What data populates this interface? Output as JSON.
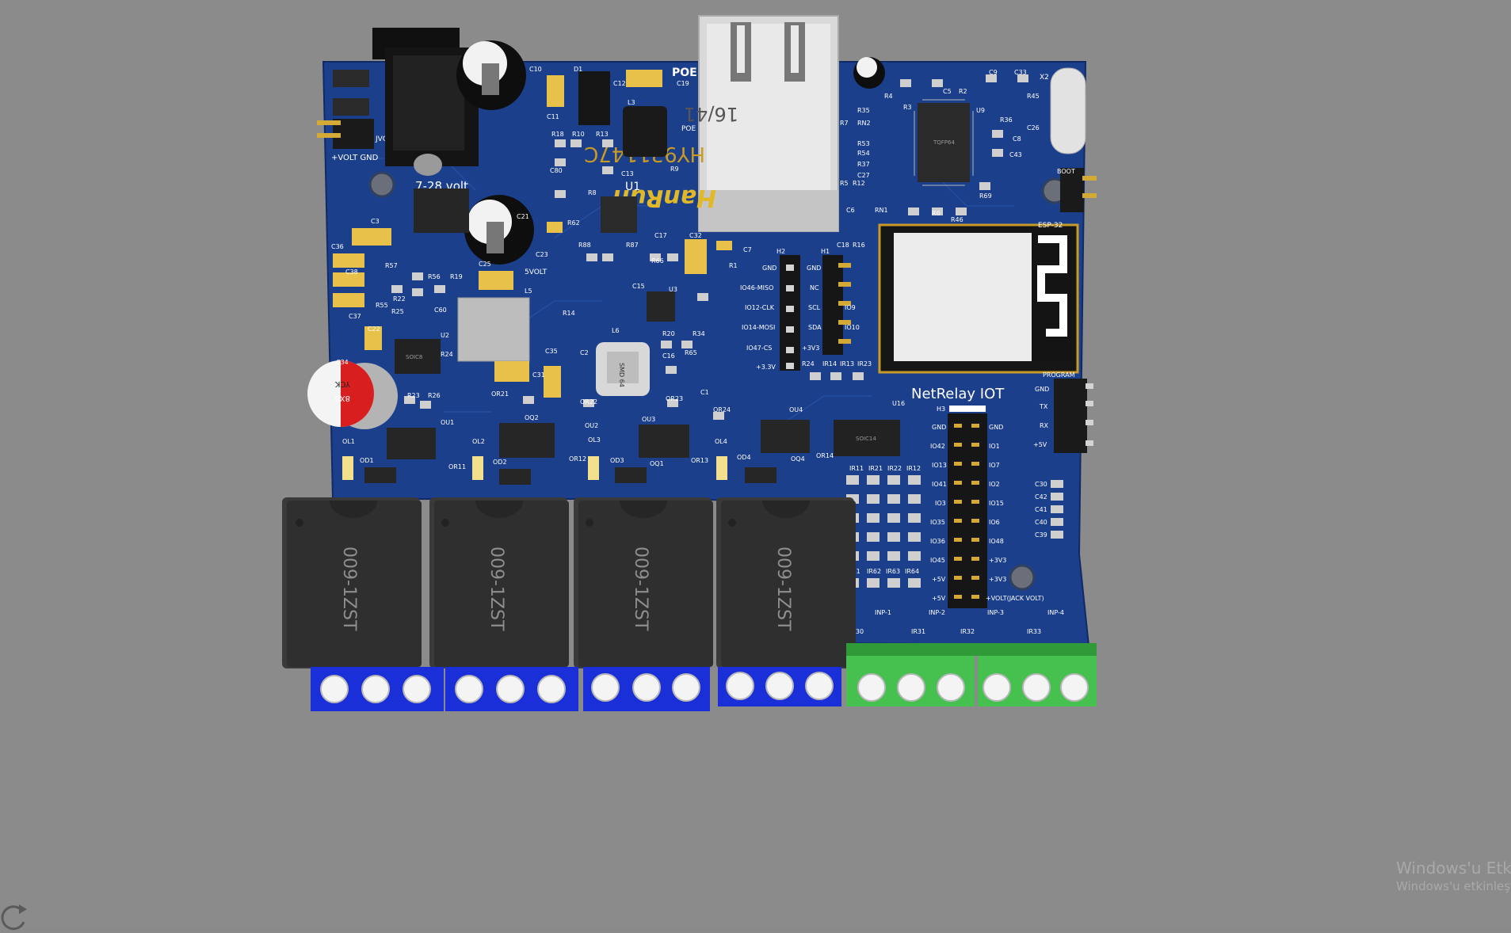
{
  "pcb": {
    "board_name": "NetRelay IOT",
    "power_input_label": "7-28 volt",
    "power_header_label": "+VOLT GND",
    "vc_label": "JVC",
    "poe_label": "POE",
    "poe_label_2": "POE",
    "five_volt_label": "5VOLT",
    "u1_label": "U1",
    "esp_label": "ESP-32",
    "boot_label": "BOOT",
    "program_label": "PROGRAM",
    "ethernet": {
      "brand": "HanRun",
      "part": "HY931147C",
      "code": "16/41"
    },
    "relays": [
      {
        "label": "009-1ZST"
      },
      {
        "label": "009-1ZST"
      },
      {
        "label": "009-1ZST"
      },
      {
        "label": "009-1ZST"
      }
    ],
    "cap_label": "YCK",
    "cap_value": "8X8",
    "smd_label": "SMD 64",
    "ic_labels": {
      "u2": "SOIC8",
      "u16": "SOIC14",
      "u9": "TQFP64"
    },
    "jack_volt": "+VOLT(JACK VOLT)",
    "h2_pins": [
      "GND",
      "IO46-MISO",
      "IO12-CLK",
      "IO14-MOSI",
      "IO47-CS",
      "+3.3V"
    ],
    "h1_pins": [
      "GND",
      "NC",
      "SCL",
      "SDA",
      "+3V3"
    ],
    "h1_right": [
      "IO9",
      "IO10"
    ],
    "program_pins": [
      "GND",
      "TX",
      "RX",
      "+5V"
    ],
    "h3_left": [
      "GND",
      "IO42",
      "IO13",
      "IO41",
      "IO3",
      "IO35",
      "IO36",
      "IO45",
      "+5V",
      "+5V"
    ],
    "h3_right": [
      "GND",
      "IO1",
      "IO7",
      "IO2",
      "IO15",
      "IO6",
      "IO48",
      "+3V3",
      "+3V3"
    ],
    "inputs": [
      "INP-1",
      "INP-2",
      "INP-3",
      "INP-4"
    ],
    "refs": {
      "c10": "C10",
      "d1": "D1",
      "c12": "C12",
      "c19": "C19",
      "l3": "L3",
      "c11": "C11",
      "r18": "R18",
      "r10": "R10",
      "r13": "R13",
      "c80": "C80",
      "c13": "C13",
      "r8": "R8",
      "c21": "C21",
      "r62": "R62",
      "c3": "C3",
      "c36": "C36",
      "c38": "C38",
      "c37": "C37",
      "r57": "R57",
      "r22": "R22",
      "r55": "R55",
      "r25": "R25",
      "r56": "R56",
      "r19": "R19",
      "c60": "C60",
      "c25": "C25",
      "l5": "L5",
      "c23": "C23",
      "r88": "R88",
      "r87": "R87",
      "c17": "C17",
      "c32": "C32",
      "c7": "C7",
      "r66": "R66",
      "r1": "R1",
      "c15": "C15",
      "u3": "U3",
      "r14": "R14",
      "c22": "C22",
      "u2": "U2",
      "r24": "R24",
      "c34": "C34",
      "c35": "C35",
      "c31": "C31",
      "l6": "L6",
      "c2": "C2",
      "r20": "R20",
      "r34": "R34",
      "c16": "C16",
      "r65": "R65",
      "r23": "R23",
      "r26": "R26",
      "or21": "OR21",
      "or22": "OR22",
      "or23": "OR23",
      "or24": "OR24",
      "c1": "C1",
      "ou1": "OU1",
      "ou2": "OU2",
      "ou3": "OU3",
      "ou4": "OU4",
      "oq2": "OQ2",
      "ol1": "OL1",
      "ol2": "OL2",
      "ol3": "OL3",
      "ol4": "OL4",
      "od1": "OD1",
      "od2": "OD2",
      "od3": "OD3",
      "od4": "OD4",
      "or11": "OR11",
      "or12": "OR12",
      "or13": "OR13",
      "or14": "OR14",
      "oq1": "OQ1",
      "oq4": "OQ4",
      "u16": "U16",
      "h2": "H2",
      "h1": "H1",
      "h3": "H3",
      "r4": "R4",
      "r3": "R3",
      "r7": "R7",
      "r35": "R35",
      "rn2": "RN2",
      "r53": "R53",
      "r54": "R54",
      "r37": "R37",
      "c27": "C27",
      "r5": "R5",
      "r12": "R12",
      "c6": "C6",
      "rn1": "RN1",
      "c18": "C18",
      "r16": "R16",
      "r9": "R9",
      "c5": "C5",
      "r2": "R2",
      "c9": "C9",
      "c33": "C33",
      "r45": "R45",
      "u9": "U9",
      "r36": "R36",
      "c26": "C26",
      "c8": "C8",
      "c43": "C43",
      "r69": "R69",
      "r6": "R6",
      "r46": "R46",
      "x2": "X2",
      "c30": "C30",
      "c42": "C42",
      "c41": "C41",
      "c40": "C40",
      "c39": "C39",
      "ir14": "IR14",
      "ir13": "IR13",
      "ir23": "IR23",
      "r24b": "R24",
      "ir11": "IR11",
      "ir21": "IR21",
      "ir22": "IR22",
      "ir12": "IR12",
      "r61": "R61",
      "ir62": "IR62",
      "ir63": "IR63",
      "ir64": "IR64",
      "ir30": "IR30",
      "ir31": "IR31",
      "ir32": "IR32",
      "ir33": "IR33"
    }
  },
  "windows_watermark": {
    "line1": "Windows'u Etkin",
    "line2": "Windows'u etkinleştim"
  },
  "colors": {
    "background": "#8b8b8b",
    "pcb_blue": "#1c3f8c",
    "relay_body": "#3a3a3a",
    "terminal_blue": "#1a2fd8",
    "terminal_green": "#46c04e"
  },
  "icons": {
    "refresh": "refresh-icon"
  }
}
